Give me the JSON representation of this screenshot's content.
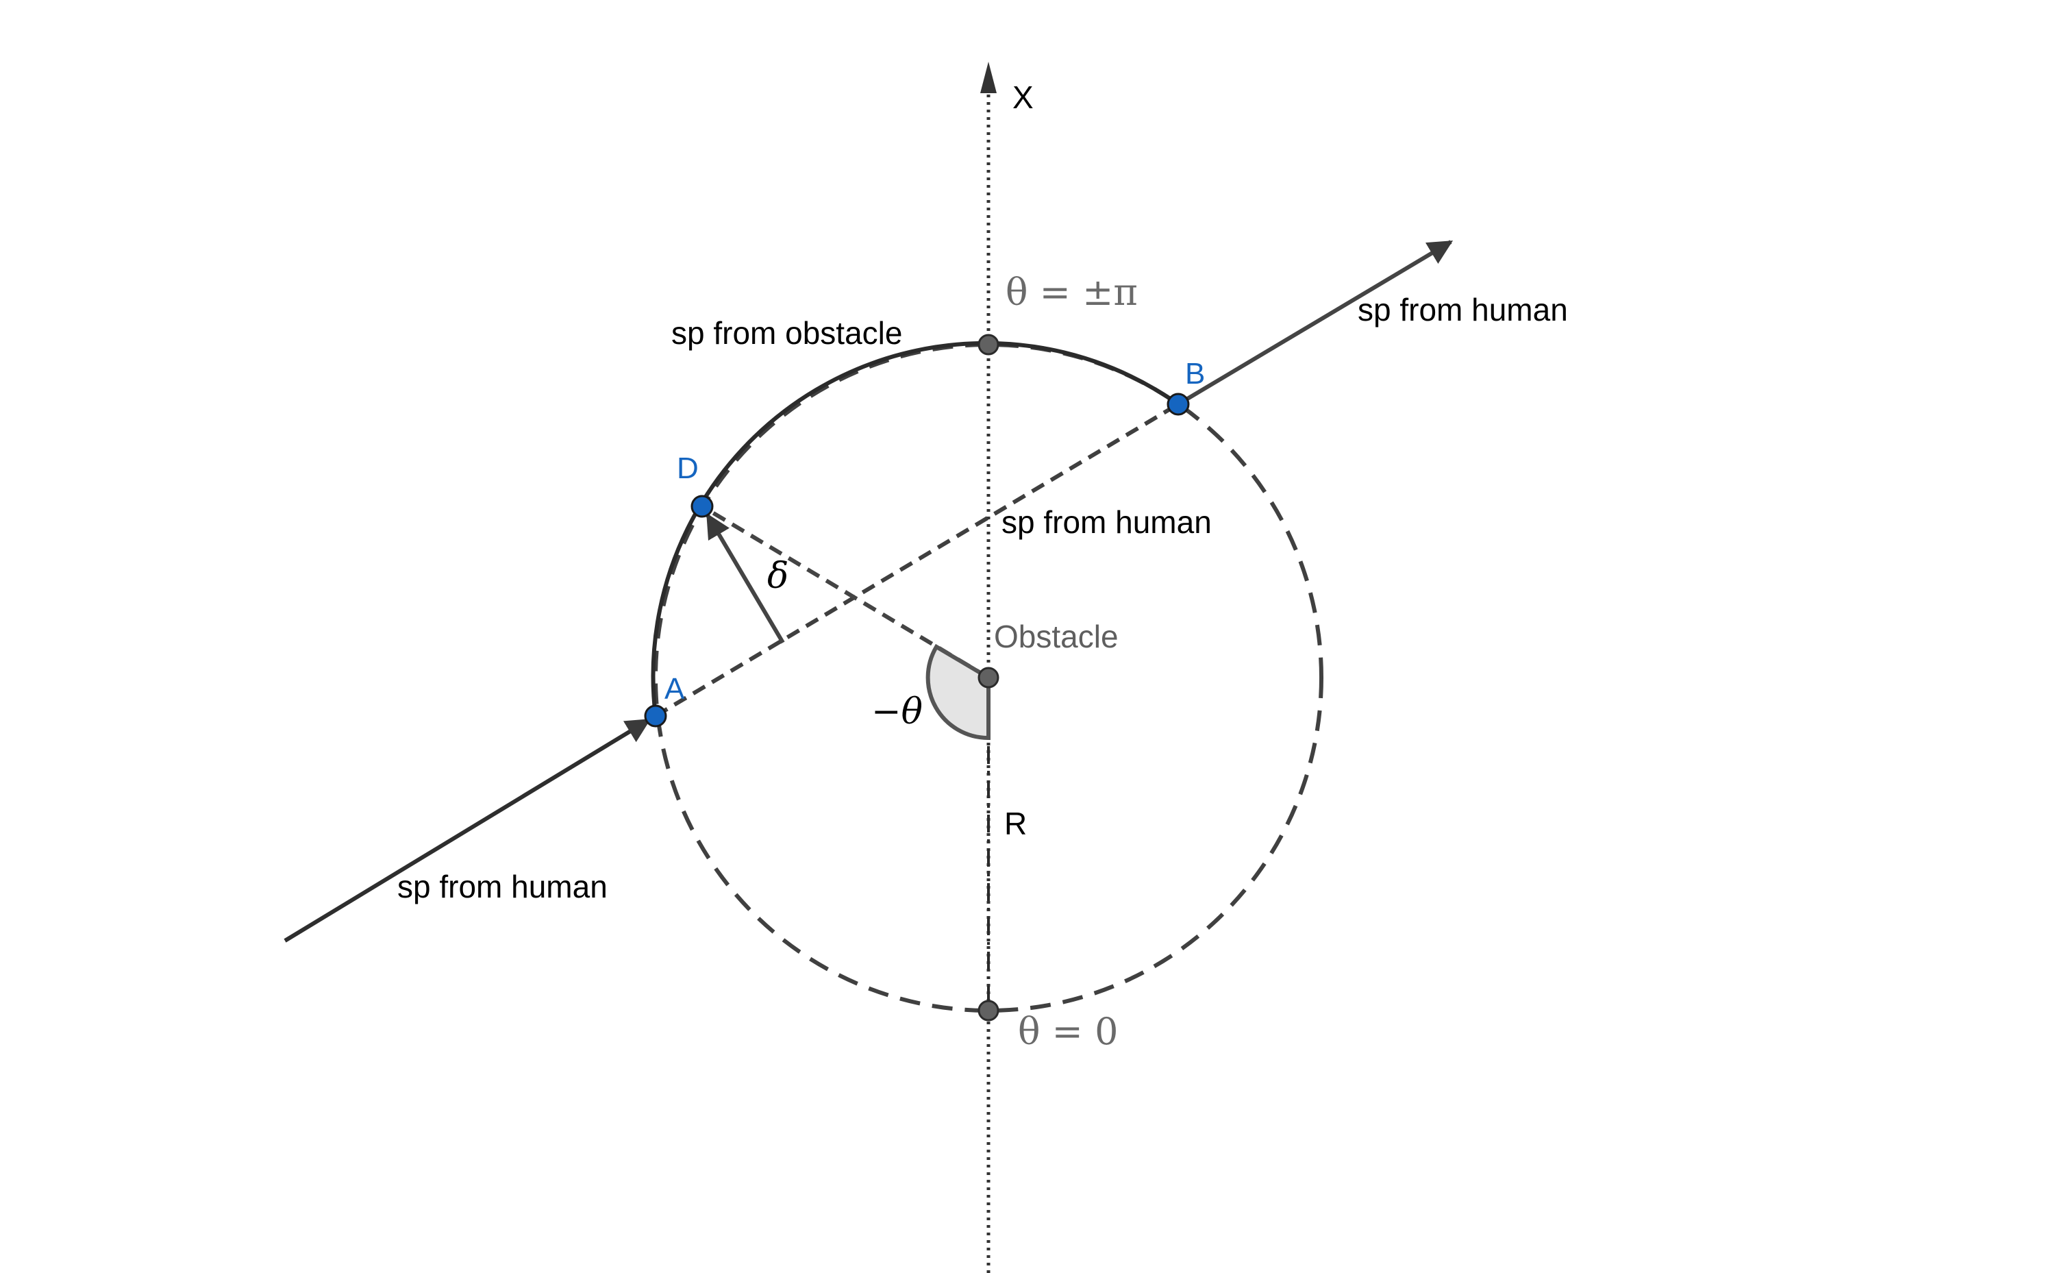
{
  "diagram": {
    "axis_label": "X",
    "angle_top_label": "θ = ±π",
    "angle_bottom_label": "θ = 0",
    "radius_label": "R",
    "obstacle_label": "Obstacle",
    "theta_label": "−θ",
    "delta_label": "δ",
    "path_label_top": "sp from obstacle",
    "path_label_middle": "sp from human",
    "path_label_right": "sp from human",
    "path_label_left": "sp from human",
    "points": {
      "A": "A",
      "B": "B",
      "D": "D"
    },
    "colors": {
      "line": "#404040",
      "point_blue": "#1565c0",
      "point_gray": "#616161",
      "label_blue": "#1565c0",
      "sector_fill": "#e4e4e4"
    }
  }
}
